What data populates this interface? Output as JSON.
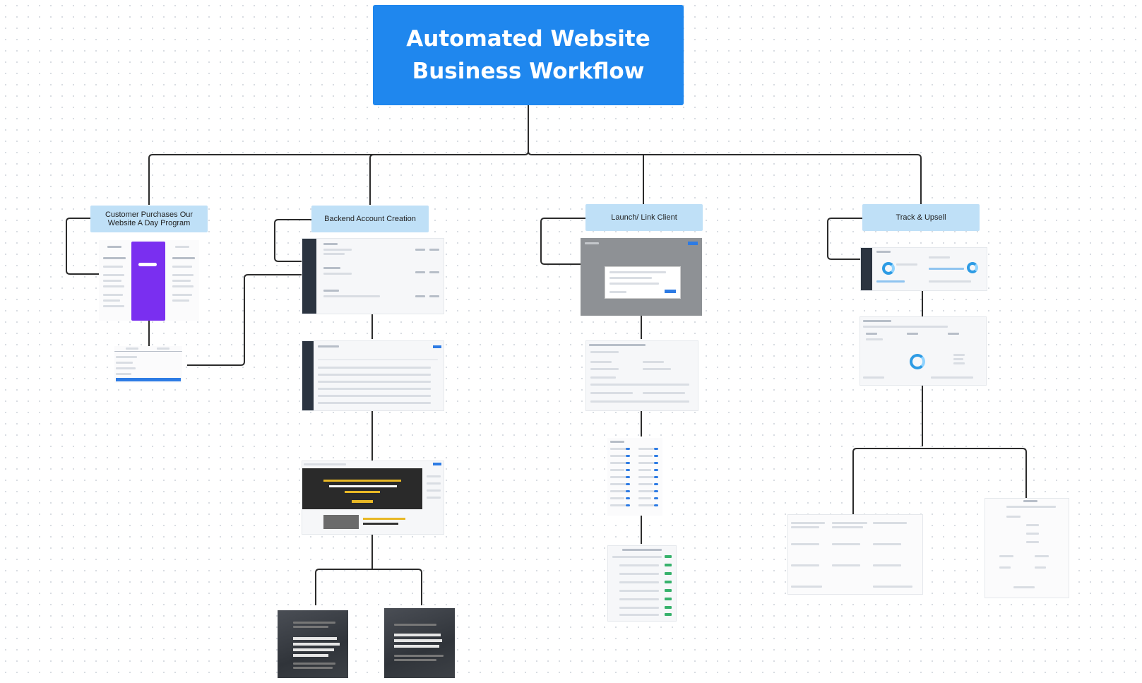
{
  "title": {
    "line1": "Automated Website",
    "line2": "Business Workflow"
  },
  "stages": [
    {
      "line1": "Customer Purchases Our",
      "line2": "Website A Day Program"
    },
    {
      "line1": "Backend Account Creation",
      "line2": ""
    },
    {
      "line1": "Launch/ Link Client",
      "line2": ""
    },
    {
      "line1": "Track & Upsell",
      "line2": ""
    }
  ],
  "colors": {
    "title_bg": "#1f87ee",
    "stage_bg": "#bfe0f7",
    "connector": "#2b2b2b"
  }
}
